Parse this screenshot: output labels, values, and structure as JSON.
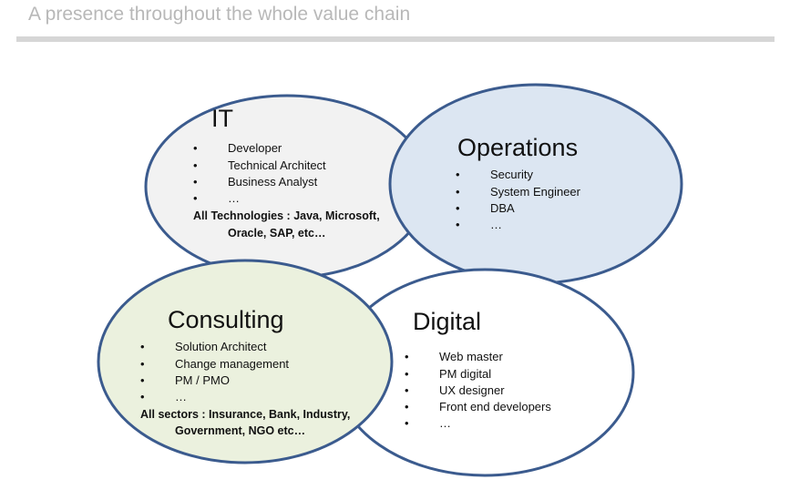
{
  "subtitle": "A presence throughout the whole value chain",
  "colors": {
    "stroke": "#3b5b8e",
    "it": "#f2f2f2",
    "operations": "#dce6f2",
    "consulting": "#ebf1de",
    "digital": "#ffffff"
  },
  "it": {
    "title": "IT",
    "items": [
      "Developer",
      "Technical Architect",
      "Business Analyst",
      "…"
    ],
    "note_line1": "All Technologies : Java, Microsoft,",
    "note_line2": "Oracle, SAP, etc…"
  },
  "operations": {
    "title": "Operations",
    "items": [
      "Security",
      "System Engineer",
      "DBA",
      "…"
    ]
  },
  "consulting": {
    "title": "Consulting",
    "items": [
      "Solution Architect",
      "Change management",
      "PM / PMO",
      "…"
    ],
    "note_line1": "All sectors : Insurance, Bank, Industry,",
    "note_line2": "Government, NGO etc…"
  },
  "digital": {
    "title": "Digital",
    "items": [
      "Web master",
      "PM digital",
      "UX designer",
      "Front end developers",
      "…"
    ]
  },
  "bullet": "•"
}
